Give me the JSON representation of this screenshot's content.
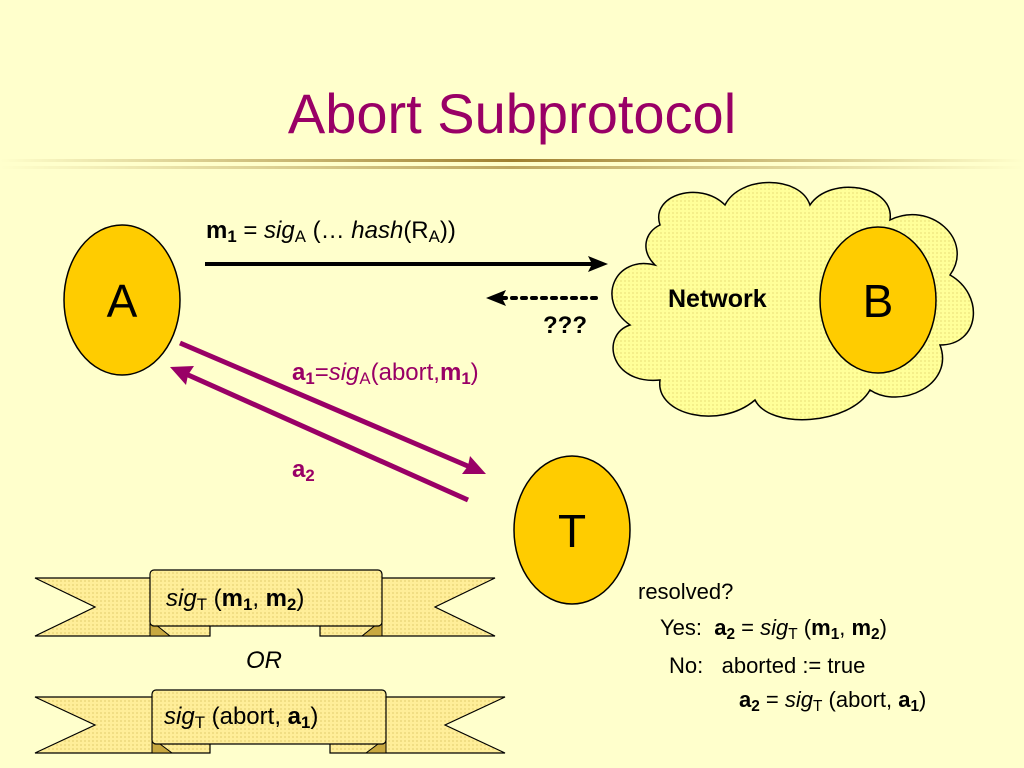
{
  "slide": {
    "title": "Abort Subprotocol"
  },
  "nodes": {
    "a": "A",
    "b": "B",
    "t": "T",
    "network": "Network"
  },
  "messages": {
    "m1": {
      "lhs": "m",
      "lhs_sub": "1",
      "eq": " = ",
      "func": "sig",
      "func_sub": "A",
      "open": " (… ",
      "hash": "hash",
      "arg": "(R",
      "arg_sub": "A",
      "close": "))"
    },
    "unknown": "???",
    "a1": {
      "lhs": "a",
      "lhs_sub": "1",
      "eq": "=",
      "func": "sig",
      "func_sub": "A",
      "args_open": "(abort,",
      "m": "m",
      "m_sub": "1",
      "close": ")"
    },
    "a2": {
      "lhs": "a",
      "lhs_sub": "2"
    }
  },
  "banners": {
    "top": {
      "func": "sig",
      "func_sub": "T",
      "open": " (",
      "m1": "m",
      "m1_sub": "1",
      "comma": ", ",
      "m2": "m",
      "m2_sub": "2",
      "close": ")"
    },
    "or": "OR",
    "bottom": {
      "func": "sig",
      "func_sub": "T",
      "open": " (abort, ",
      "a": "a",
      "a_sub": "1",
      "close": ")"
    }
  },
  "resolution": {
    "question": "resolved?",
    "yes_label": "Yes:",
    "yes": {
      "a": "a",
      "a_sub": "2",
      "eq": " = ",
      "func": "sig",
      "func_sub": "T",
      "open": " (",
      "m1": "m",
      "m1_sub": "1",
      "comma": ", ",
      "m2": "m",
      "m2_sub": "2",
      "close": ")"
    },
    "no_label": "No:",
    "no_line1": "aborted := true",
    "no_line2": {
      "a": "a",
      "a_sub": "2",
      "eq": " = ",
      "func": "sig",
      "func_sub": "T",
      "open": " (abort, ",
      "a1": "a",
      "a1_sub": "1",
      "close": ")"
    }
  },
  "colors": {
    "node_fill": "#ffcc00",
    "title": "#990066",
    "purple_arrow": "#990066",
    "cloud_fill": "#ffff99",
    "banner_fill": "#ffee99"
  }
}
